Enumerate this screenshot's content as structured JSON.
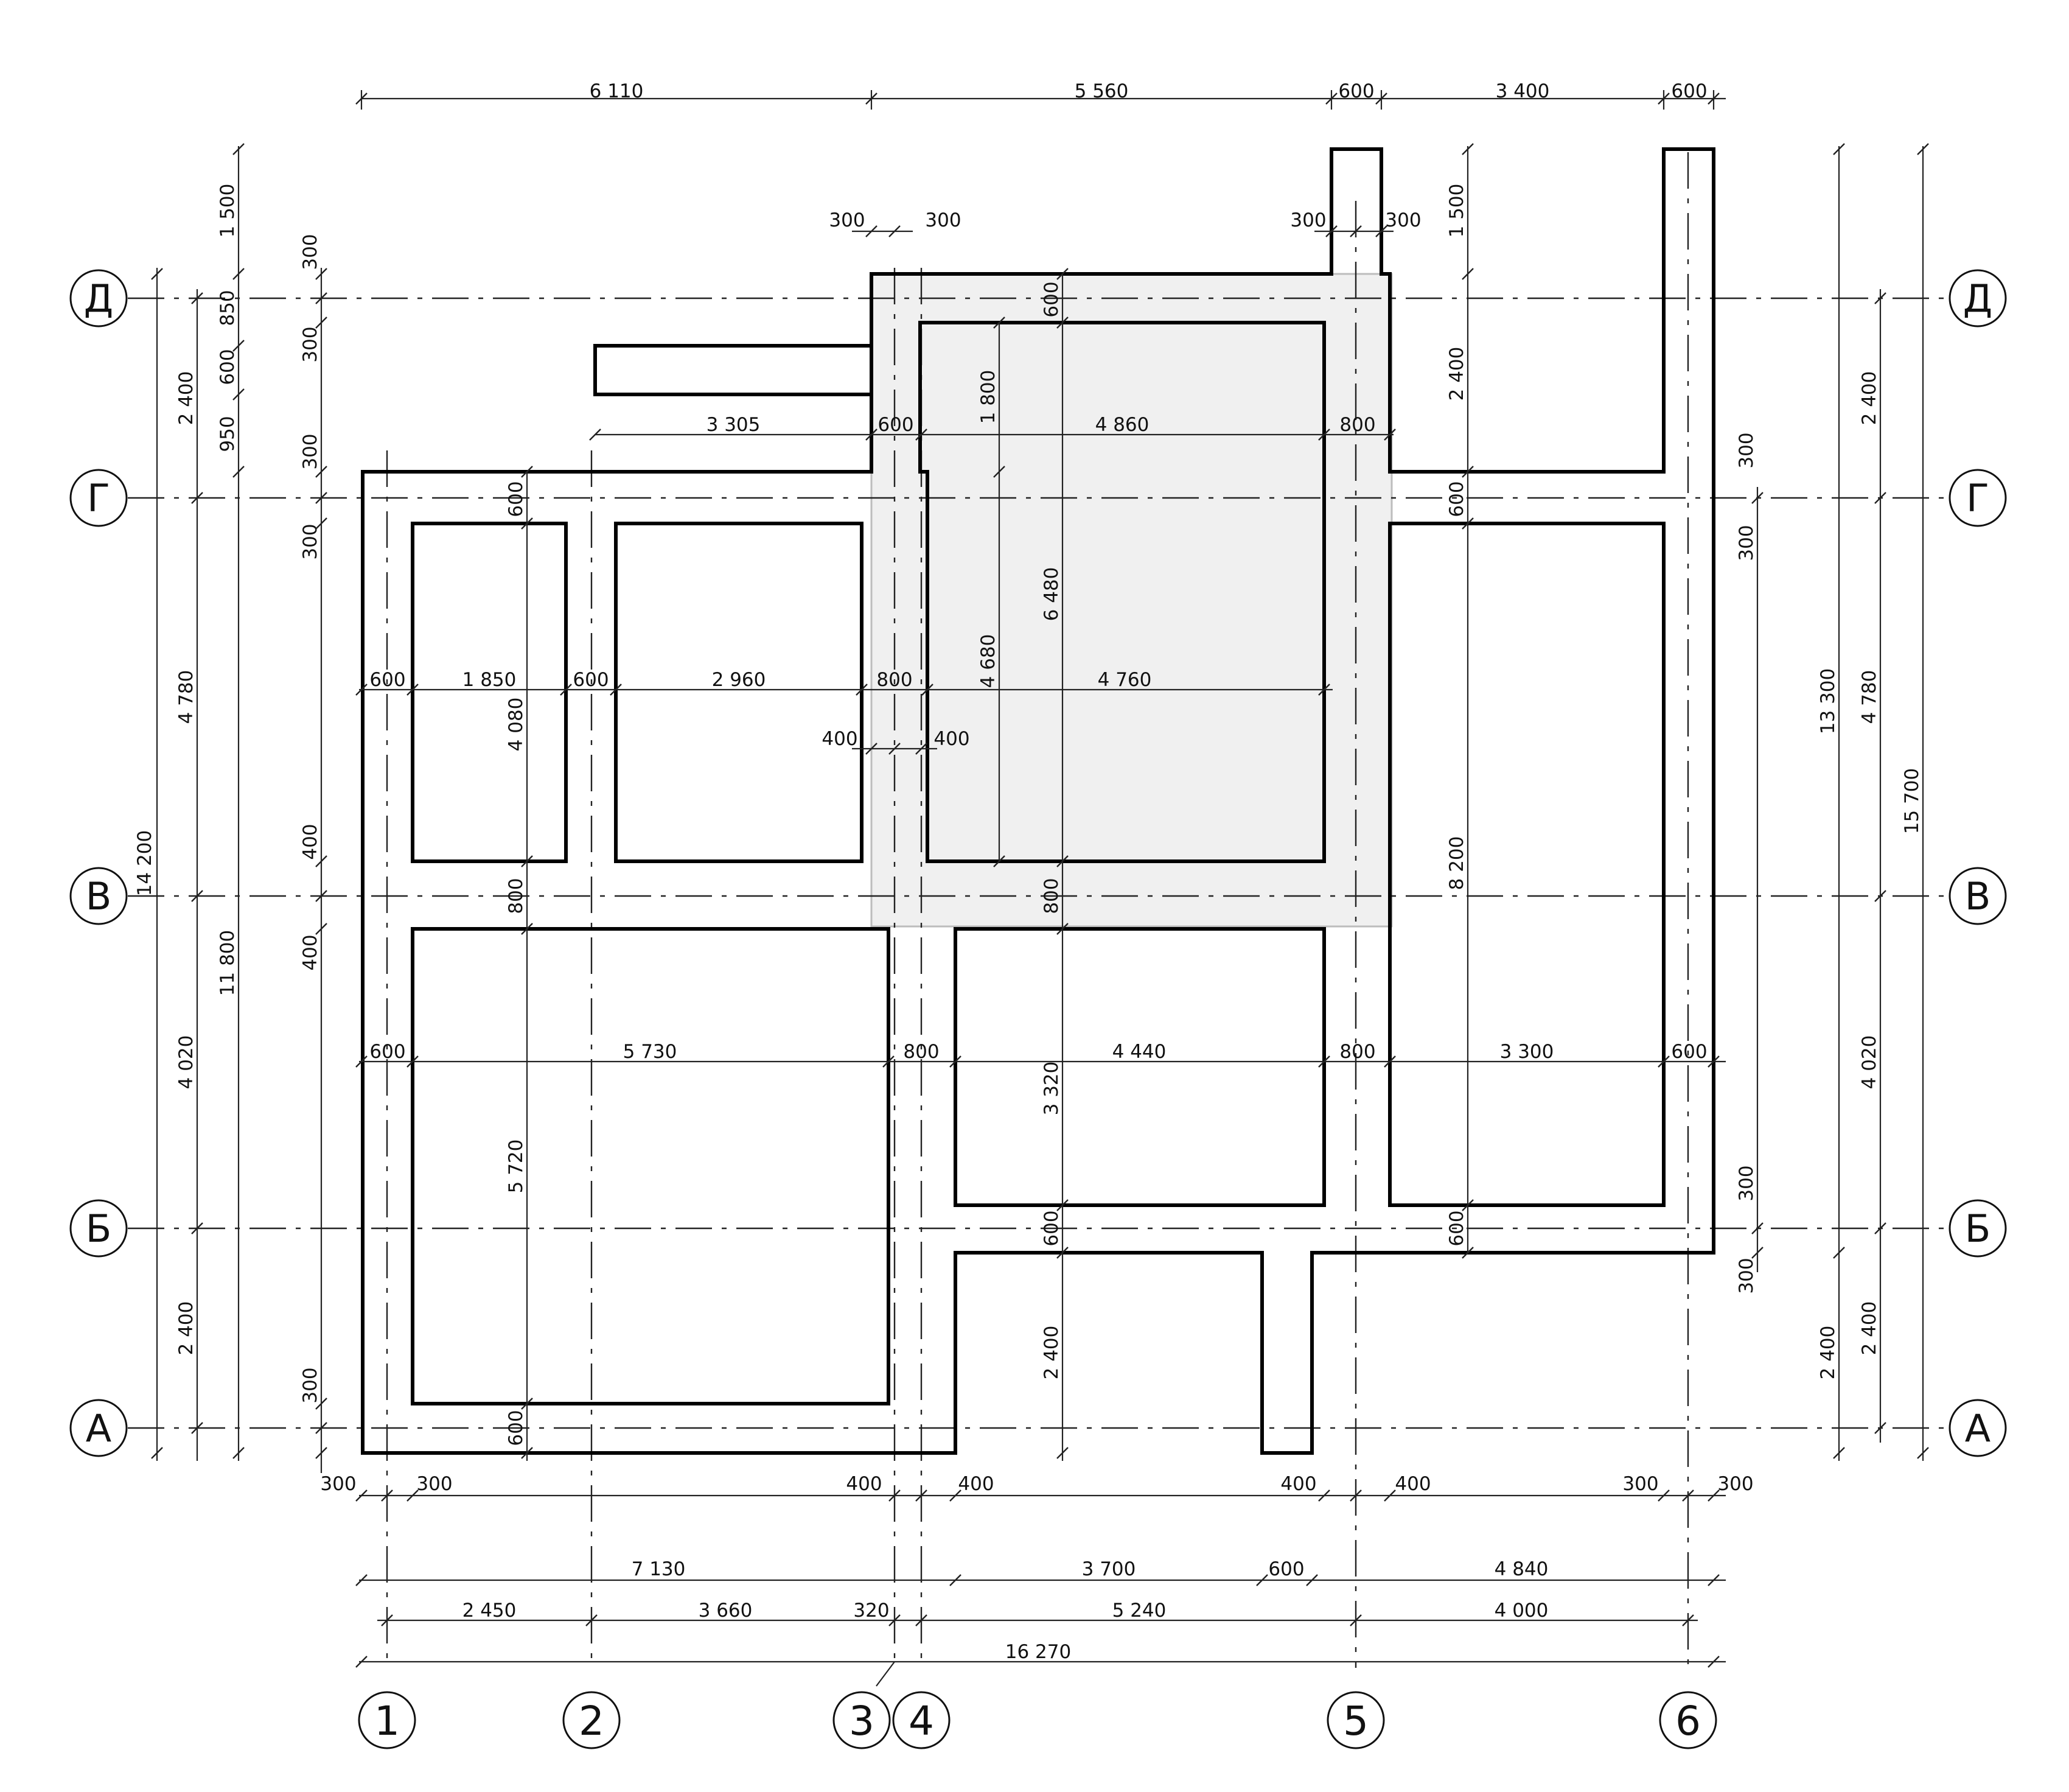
{
  "colors": {
    "wall": "#000000",
    "line": "#222222",
    "highlight_fill": "#f0f0f0",
    "highlight_stroke": "#bdbdbd",
    "background": "#ffffff"
  },
  "axes": {
    "columns": [
      "1",
      "2",
      "3",
      "4",
      "5",
      "6"
    ],
    "rows": [
      "Д",
      "Г",
      "В",
      "Б",
      "А"
    ]
  },
  "dimensions": {
    "top_chain": [
      "6 110",
      "5 560",
      "600",
      "3 400",
      "600"
    ],
    "top_small": [
      "300",
      "300",
      "300",
      "300"
    ],
    "left_outer": [
      "14 200"
    ],
    "left_chain": [
      "2 400",
      "4 780",
      "4 020",
      "2 400"
    ],
    "left_total": [
      "11 800"
    ],
    "left_stack": [
      "1 500",
      "850",
      "600",
      "950"
    ],
    "left_small": [
      "300",
      "300",
      "300",
      "300",
      "400",
      "400",
      "300"
    ],
    "porch": [
      "3 305",
      "600"
    ],
    "upper_right": [
      "1 800",
      "4 860",
      "800",
      "600"
    ],
    "mid_upper": [
      "600",
      "1 850",
      "600",
      "2 960",
      "800",
      "4 680",
      "4 760"
    ],
    "mid_small": [
      "400",
      "400"
    ],
    "vertical_mid": [
      "600",
      "4 080",
      "800",
      "6 480",
      "800"
    ],
    "mid_lower": [
      "600",
      "5 730",
      "800",
      "4 440",
      "800",
      "3 300",
      "600"
    ],
    "vertical_low": [
      "5 720",
      "3 320",
      "600",
      "2 400",
      "600",
      "600",
      "8 200",
      "600"
    ],
    "right_col": [
      "1 500",
      "2 400"
    ],
    "right_small": [
      "300",
      "300",
      "300",
      "300"
    ],
    "right_outer": [
      "13 300",
      "2 400"
    ],
    "right_chain": [
      "2 400",
      "4 780",
      "4 020",
      "2 400"
    ],
    "right_total": [
      "15 700"
    ],
    "bottom_small": [
      "300",
      "300",
      "400",
      "400",
      "400",
      "400",
      "300",
      "300"
    ],
    "bottom_row1": [
      "7 130",
      "3 700",
      "600",
      "4 840"
    ],
    "bottom_row2": [
      "2 450",
      "3 660",
      "320",
      "5 240",
      "4 000"
    ],
    "bottom_total": [
      "16 270"
    ]
  }
}
